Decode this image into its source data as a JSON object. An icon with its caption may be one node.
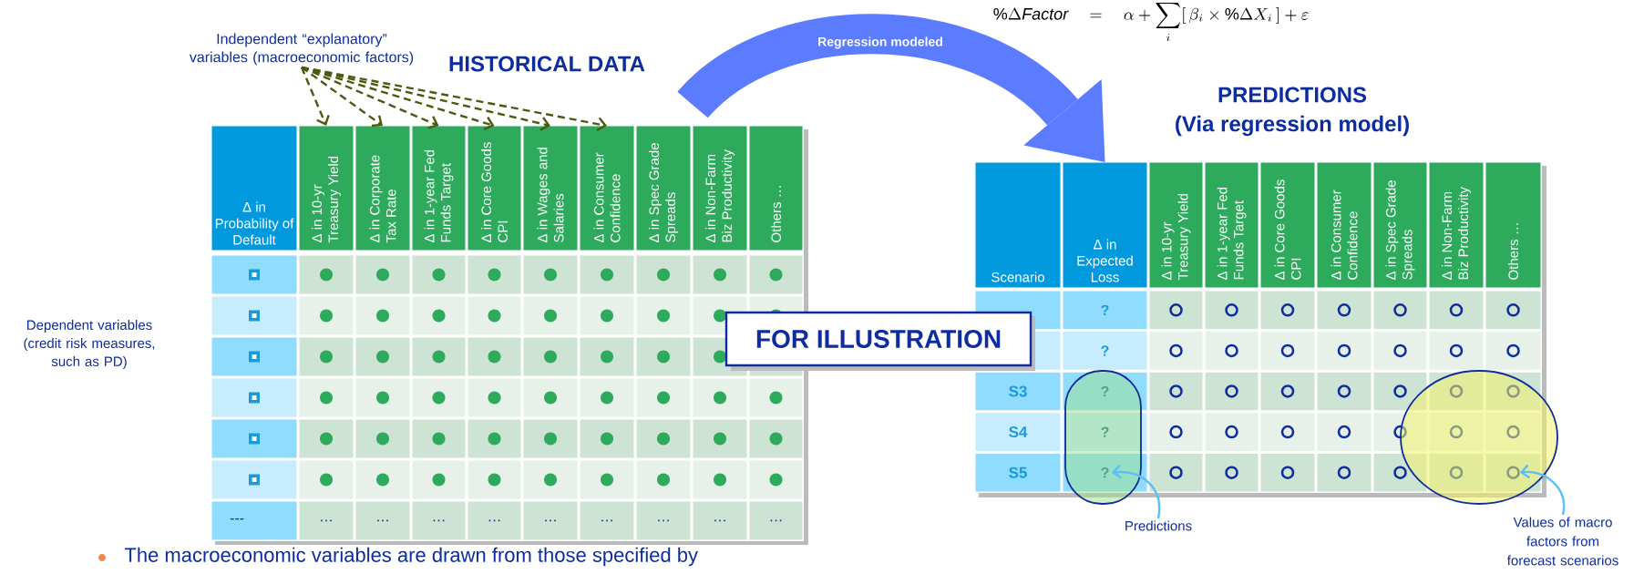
{
  "diagram": {
    "nodes": [
      {
        "text": [
          "Independent “explanatory” variables (macroeconomic factors)"
        ]
      },
      {
        "text": [
          "Δ in Probability of Default"
        ]
      },
      {
        "text": [
          "Δ in 10-yr Treasury Yield"
        ]
      },
      {
        "text": [
          "Δ in Corporate Tax Rate"
        ]
      },
      {
        "text": [
          "Δ in 1-year Fed Funds Target"
        ]
      },
      {
        "text": [
          "Δ in Core Goods CPI"
        ]
      },
      {
        "text": [
          "Δ in Wages and Salaries"
        ]
      },
      {
        "text": [
          "Δ in Consumer Confidence"
        ]
      },
      {
        "text": [
          "Δ in Spec Grade Spreads"
        ]
      },
      {
        "text": [
          "Δ in Non-Farm Biz Productivity"
        ]
      },
      {
        "text": [
          "Others …"
        ]
      },
      {
        "text": [
          "Scenario"
        ]
      },
      {
        "text": [
          "Δ in Expected Loss"
        ]
      },
      {
        "text": [
          "Δ in 10-yr Treasury Yield"
        ]
      },
      {
        "text": [
          "Δ in 1-year Fed Funds Target"
        ]
      },
      {
        "text": [
          "Δ in Core Goods CPI"
        ]
      },
      {
        "text": [
          "Δ in Consumer Confidence"
        ]
      },
      {
        "text": [
          "Δ in Spec Grade Spreads"
        ]
      },
      {
        "text": [
          "Δ in Non-Farm Biz Productivity"
        ]
      },
      {
        "text": [
          "Others …"
        ]
      },
      {
        "text": [
          "FOR ILLUSTRATION"
        ]
      },
      {
        "text": [
          "?"
        ]
      },
      {
        "text": [],
        "shape": "circle"
      },
      {
        "text": [
          "Predictions"
        ]
      },
      {
        "text": [
          "Values of macro factors from forecast scenarios"
        ]
      }
    ],
    "edges": [
      {
        "from": 0,
        "to": 2,
        "arrow": "to",
        "style": "dashed"
      },
      {
        "from": 0,
        "to": 3,
        "arrow": "to",
        "style": "dashed"
      },
      {
        "from": 0,
        "to": 4,
        "arrow": "to",
        "style": "dashed"
      },
      {
        "from": 0,
        "to": 5,
        "arrow": "to",
        "style": "dashed"
      },
      {
        "from": 0,
        "to": 6,
        "arrow": "to",
        "style": "dashed"
      },
      {
        "from": 0,
        "to": 7,
        "arrow": "to",
        "style": "dashed"
      },
      {
        "from": null,
        "to": 12,
        "arrow": "to",
        "label": "Regression modeled",
        "style": "thick",
        "color": "#5b7cff"
      },
      {
        "from": 23,
        "to": 21,
        "arrow": "to",
        "color": "#5bc0f5"
      },
      {
        "from": 24,
        "to": 22,
        "arrow": "to",
        "color": "#5bc0f5"
      }
    ],
    "labels": [
      "HISTORICAL DATA",
      "\\%\\Delta \\mathit{Factor} \\quad = \\quad \\alpha + \\sum_{i} [\\, \\beta_{i} \\times \\%\\Delta X_{i} \\,] + \\varepsilon",
      "PREDICTIONS",
      "(Via regression model)",
      "Dependent variables (credit risk measures, such as PD)",
      "---",
      "…",
      "…",
      "…",
      "…",
      "…",
      "…",
      "…",
      "…",
      "…",
      "?",
      "?",
      "S3",
      "?",
      "S4",
      "?",
      "S5",
      "The macroeconomic variables are drawn from those specified by"
    ]
  }
}
